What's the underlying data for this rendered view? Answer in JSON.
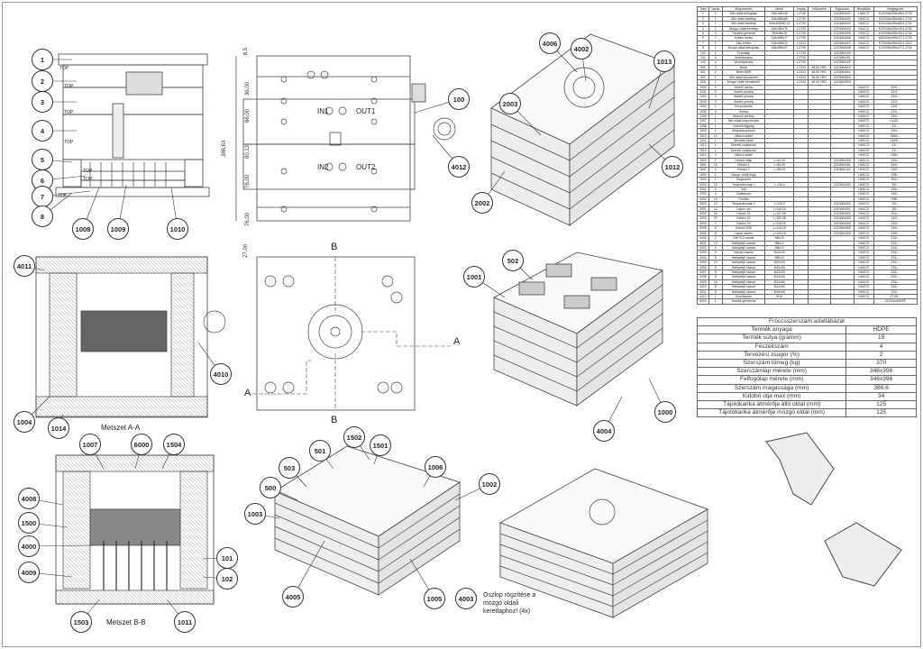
{
  "balloons": [
    "1",
    "2",
    "3",
    "4",
    "5",
    "6",
    "7",
    "8",
    "1008",
    "1009",
    "1010",
    "100",
    "4012",
    "4006",
    "4002",
    "1013",
    "2003",
    "2002",
    "1012",
    "4011",
    "4010",
    "1004",
    "1014",
    "1001",
    "502",
    "1000",
    "4004",
    "1007",
    "6000",
    "1504",
    "4008",
    "1500",
    "4000",
    "4009",
    "101",
    "102",
    "1503",
    "1011",
    "1502",
    "501",
    "1501",
    "503",
    "1006",
    "500",
    "1002",
    "1003",
    "4005",
    "1005",
    "4003"
  ],
  "plate_tags": [
    "TOP",
    "TOP",
    "TOP",
    "TOP",
    "TOP",
    "TOP",
    "TOP"
  ],
  "dimensions": [
    "6,5",
    "36,00",
    "66,00",
    "80,13",
    "76,00",
    "76,00",
    "27,00",
    "386,63"
  ],
  "port_marks": [
    "IN1",
    "OUT1",
    "IN2",
    "OUT2"
  ],
  "section_letters": {
    "b_top": "B",
    "b_bottom": "B",
    "a_right": "A",
    "a_left": "A"
  },
  "section_labels": {
    "aa": "Metszet A-A",
    "bb": "Metszet B-B"
  },
  "note": "Oszlop rögzítése a mozgó oldali keretlaphoz! (4x)",
  "bom": {
    "headers": [
      "Tétel",
      "Darab",
      "Megnevezés",
      "Méret",
      "Anyag",
      "Hőkezelés",
      "Rajzszám",
      "Beszállító",
      "Megjegyzés"
    ],
    "rows": [
      [
        "1",
        "1",
        "Álló oldali felfogólap",
        "346x396x36",
        "1.2730",
        "",
        "2210064001",
        "HASCO",
        "K10/346x396x36/1.2730"
      ],
      [
        "2",
        "1",
        "Álló oldali betétlap",
        "346x396x66",
        "1.2730",
        "",
        "2210064002",
        "HASCO",
        "K20/346x396x66/1.2730"
      ],
      [
        "3",
        "1",
        "Álló oldali keretlap",
        "346x396x80,13",
        "1.2730",
        "",
        "2210064003",
        "HASCO",
        "K20/346x396x80/1.2730"
      ],
      [
        "4",
        "1",
        "Mozgó oldali keretlap",
        "346x396x76",
        "1.2730",
        "",
        "2210064004",
        "HASCO",
        "K20/346x396x76/1.2730"
      ],
      [
        "5",
        "2",
        "Távtartó gerenda",
        "396x56x76",
        "1.2730",
        "",
        "2210064005",
        "HASCO",
        "K40/346x396x76/1.2730"
      ],
      [
        "6",
        "1",
        "Kidobó lemez",
        "216x396x17",
        "1.2730",
        "",
        "2210064006",
        "HASCO",
        "K60/346x396x17/1.2730"
      ],
      [
        "7",
        "1",
        "Alsó lemez",
        "216x396x22",
        "1.2312",
        "",
        "2210064007",
        "HASCO",
        "K70/346x396x22/1.2312"
      ],
      [
        "8",
        "1",
        "Mozgó oldali felfogólap",
        "346x396x27",
        "1.2730",
        "",
        "2210064008",
        "HASCO",
        "K10/346x396x27/1.2730"
      ],
      [
        "100",
        "1",
        "Formalap",
        "",
        "1.2730",
        "",
        "2210064100",
        "",
        ""
      ],
      [
        "101",
        "4",
        "Vezetőoszlop",
        "",
        "1.2730",
        "",
        "2210064101",
        "",
        ""
      ],
      [
        "102",
        "4",
        "Vezetőpersely",
        "",
        "1.2730",
        "",
        "2210064102",
        "",
        ""
      ],
      [
        "500",
        "2",
        "Betét",
        "",
        "1.2343",
        "48-50 HRC",
        "2210064500",
        "",
        ""
      ],
      [
        "501",
        "2",
        "Betét MBR",
        "",
        "1.2343",
        "48-50 HRC",
        "2210064501",
        "",
        ""
      ],
      [
        "502",
        "1",
        "Álló oldali formabetét",
        "",
        "1.2343",
        "48-50 HRC",
        "2210064502",
        "",
        ""
      ],
      [
        "503",
        "1",
        "Mozgó oldali formabetét",
        "",
        "1.2343",
        "48-50 HRC",
        "2210064503",
        "",
        ""
      ],
      [
        "1000",
        "2",
        "Vezető oszlop",
        "",
        "",
        "",
        "",
        "HASCO",
        "Z00/..."
      ],
      [
        "1001",
        "2",
        "Vezető persely",
        "",
        "",
        "",
        "",
        "HASCO",
        "Z10/..."
      ],
      [
        "1002",
        "4",
        "Vezető persely",
        "",
        "",
        "",
        "",
        "HASCO",
        "Z10/..."
      ],
      [
        "1003",
        "4",
        "Vezető persely",
        "",
        "",
        "",
        "",
        "HASCO",
        "Z10/..."
      ],
      [
        "1004",
        "1",
        "Központosító",
        "",
        "",
        "",
        "",
        "HASCO",
        "Z20/..."
      ],
      [
        "1005",
        "4",
        "Oszlop",
        "",
        "",
        "",
        "",
        "HASCO",
        "Z21/..."
      ],
      [
        "1006",
        "1",
        "Beömlő persely",
        "",
        "",
        "",
        "",
        "HASCO",
        "Z51/..."
      ],
      [
        "1007",
        "1",
        "Álló oldali központosító",
        "",
        "",
        "",
        "",
        "HASCO",
        "K100/..."
      ],
      [
        "1008",
        "1",
        "Szerelő egység",
        "",
        "",
        "",
        "",
        "HASCO",
        "Z1/..."
      ],
      [
        "1009",
        "1",
        "Mágneskapcsoló",
        "",
        "",
        "",
        "",
        "HASCO",
        "Z40/..."
      ],
      [
        "1010",
        "10",
        "Ütköző alátét",
        "",
        "",
        "",
        "",
        "HASCO",
        "Z560/..."
      ],
      [
        "1011",
        "1",
        "Menetes betét",
        "",
        "",
        "",
        "",
        "HASCO",
        "Z162/..."
      ],
      [
        "1012",
        "1",
        "Szerelő csatlakozó",
        "",
        "",
        "",
        "",
        "HASCO",
        "Z1/..."
      ],
      [
        "1013",
        "1",
        "Szerelő csatlakozó",
        "",
        "",
        "",
        "",
        "HASCO",
        "Z1/..."
      ],
      [
        "1014",
        "4",
        "Ütköző alátét",
        "",
        "",
        "",
        "",
        "HASCO",
        "Z56/..."
      ],
      [
        "1500",
        "2",
        "Kidobó csap",
        "L=40,00",
        "",
        "",
        "2210064150",
        "HASCO",
        "Z40/..."
      ],
      [
        "1501",
        "12",
        "Kidobó 1",
        "L=85,00",
        "",
        "",
        "2210064151",
        "HASCO",
        "Z40/..."
      ],
      [
        "1502",
        "4",
        "Kidobó 2",
        "L=95,00",
        "",
        "",
        "2210064152",
        "HASCO",
        "Z40/..."
      ],
      [
        "1503",
        "1",
        "Mozgó oldali dugó",
        "",
        "",
        "",
        "",
        "HASCO",
        "Z95/..."
      ],
      [
        "1504",
        "1",
        "Dugaszoló",
        "",
        "",
        "",
        "",
        "HASCO",
        "Z51/..."
      ],
      [
        "2000",
        "10",
        "Temperálócsap 1",
        "L=116,0",
        "",
        "",
        "2210064200",
        "HASCO",
        "Z9/..."
      ],
      [
        "2001",
        "4",
        "Cső",
        "",
        "",
        "",
        "",
        "HASCO",
        "Z81/..."
      ],
      [
        "2002",
        "4",
        "Csatlakozó",
        "",
        "",
        "",
        "",
        "HASCO",
        "Z81/..."
      ],
      [
        "2003",
        "10",
        "Tömítés",
        "",
        "",
        "",
        "",
        "HASCO",
        "Z98/..."
      ],
      [
        "3000",
        "10",
        "Temperálócsap 2",
        "L=116,0",
        "",
        "",
        "2210064300",
        "HASCO",
        "Z9/..."
      ],
      [
        "3001",
        "14",
        "Lapos rúd",
        "L=116,18",
        "",
        "",
        "2210064301",
        "HASCO",
        "Z9/..."
      ],
      [
        "3002",
        "20",
        "Kidobó 01",
        "L=157,08",
        "",
        "",
        "2210064302",
        "HASCO",
        "Z41/..."
      ],
      [
        "3003",
        "20",
        "Kidobó 02",
        "L=182,08",
        "",
        "",
        "2210064303",
        "HASCO",
        "Z41/..."
      ],
      [
        "3004",
        "2",
        "Kidobó 04",
        "L=116,00",
        "",
        "",
        "2210064304",
        "HASCO",
        "Z40/..."
      ],
      [
        "3005",
        "8",
        "Kidobó 2/06",
        "L=116,18",
        "",
        "",
        "2210064305",
        "HASCO",
        "Z40/..."
      ],
      [
        "3006",
        "8",
        "Lapos kidobó",
        "L=116,18",
        "",
        "",
        "2210064306",
        "HASCO",
        "Z45/..."
      ],
      [
        "4000",
        "2",
        "DIN 912 csavar",
        "M8x20",
        "",
        "",
        "",
        "HASCO",
        "Z31/..."
      ],
      [
        "4001",
        "12",
        "Hatlapfejű csavar",
        "M8x12",
        "",
        "",
        "",
        "HASCO",
        "Z31/..."
      ],
      [
        "4002",
        "4",
        "Hatlapfejű csavar",
        "M8x12",
        "",
        "",
        "",
        "HASCO",
        "Z31/..."
      ],
      [
        "4003",
        "4",
        "Imbusz csavar",
        "M12x30",
        "",
        "",
        "",
        "HASCO",
        "Z31/..."
      ],
      [
        "4004",
        "8",
        "Hatlapfejű csavar",
        "M8x12",
        "",
        "",
        "",
        "HASCO",
        "Z31/..."
      ],
      [
        "4005",
        "10",
        "Hatlapfejű csavar",
        "M10x25",
        "",
        "",
        "",
        "HASCO",
        "Z31/..."
      ],
      [
        "4006",
        "8",
        "Hatlapfejű csavar",
        "M10x25",
        "",
        "",
        "",
        "HASCO",
        "Z31/..."
      ],
      [
        "4007",
        "8",
        "Hatlapfejű csavar",
        "M12x30",
        "",
        "",
        "",
        "HASCO",
        "Z31/..."
      ],
      [
        "4008",
        "8",
        "Hatlapfejű csavar",
        "M12x40",
        "",
        "",
        "",
        "HASCO",
        "Z31/..."
      ],
      [
        "4009",
        "14",
        "Hatlapfejű csavar",
        "M12x80",
        "",
        "",
        "",
        "HASCO",
        "Z31/..."
      ],
      [
        "4010",
        "8",
        "Hatlapfejű csavar",
        "M12x90",
        "",
        "",
        "",
        "HASCO",
        "Z31/..."
      ],
      [
        "4011",
        "8",
        "Hatlapfejű csavar",
        "M16x60",
        "",
        "",
        "",
        "HASCO",
        "Z31/..."
      ],
      [
        "4012",
        "1",
        "Emelőszem",
        "M16",
        "",
        "",
        "",
        "HASCO",
        "Z710/..."
      ],
      [
        "6000",
        "1",
        "Termék geometria",
        "",
        "",
        "",
        "",
        "",
        "2210064/HDPE"
      ]
    ]
  },
  "spec_table": {
    "title": "Fröccsszerszám adatlábázat",
    "rows": [
      [
        "Termék anyaga",
        "HDPE"
      ],
      [
        "Termék súlya (gramm)",
        "19"
      ],
      [
        "Fészekszám",
        "4"
      ],
      [
        "Tervezési zsugor (%)",
        "2"
      ],
      [
        "Szerszám tömeg (kg)",
        "370"
      ],
      [
        "Szerszámlap mérete (mm)",
        "346x396"
      ],
      [
        "Felfogólap mérete (mm)",
        "346x396"
      ],
      [
        "Szerszám magassága (mm)",
        "386,6"
      ],
      [
        "Kidobó útja max (mm)",
        "34"
      ],
      [
        "Tájolókarika átmérője álló oldal (mm)",
        "125"
      ],
      [
        "Tájolókarika átmérője mozgó oldal (mm)",
        "125"
      ]
    ]
  },
  "colors": {
    "line": "#444444",
    "hatch": "#777777",
    "insert": "#555555"
  }
}
